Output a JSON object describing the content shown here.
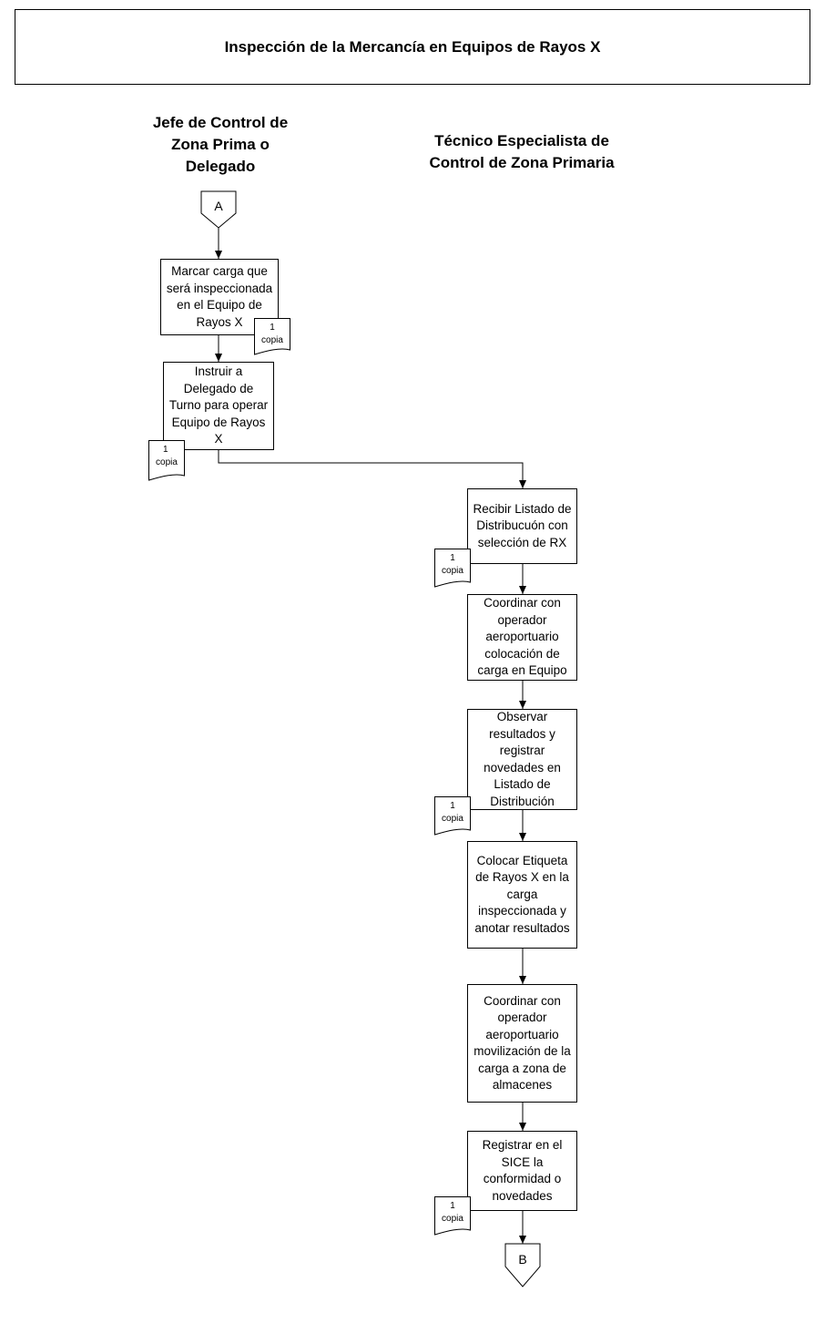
{
  "title": "Inspección de la Mercancía en Equipos de Rayos X",
  "lanes": [
    {
      "line1": "Jefe de Control de",
      "line2": "Zona Prima o",
      "line3": "Delegado"
    },
    {
      "line1": "Técnico Especialista de",
      "line2": "Control de Zona Primaria"
    }
  ],
  "connectors": {
    "start": "A",
    "end": "B"
  },
  "steps": [
    {
      "text": "Marcar carga que será inspeccionada en el Equipo de Rayos X"
    },
    {
      "text": "Instruir a Delegado de Turno para operar Equipo de Rayos X"
    },
    {
      "text": "Recibir Listado de Distribucuón con selección de RX"
    },
    {
      "text": "Coordinar con operador aeroportuario colocación de carga en Equipo"
    },
    {
      "text": "Observar resultados y registrar novedades en Listado de Distribución"
    },
    {
      "text": "Colocar Etiqueta de Rayos X  en la carga inspeccionada y anotar resultados"
    },
    {
      "text": "Coordinar con operador aeroportuario movilización de la carga  a zona de almacenes"
    },
    {
      "text": "Registrar en el SICE la conformidad o novedades"
    }
  ],
  "documents": [
    {
      "num": "1",
      "label": "copia"
    },
    {
      "num": "1",
      "label": "copia"
    },
    {
      "num": "1",
      "label": "copia"
    },
    {
      "num": "1",
      "label": "copia"
    },
    {
      "num": "1",
      "label": "copia"
    }
  ]
}
